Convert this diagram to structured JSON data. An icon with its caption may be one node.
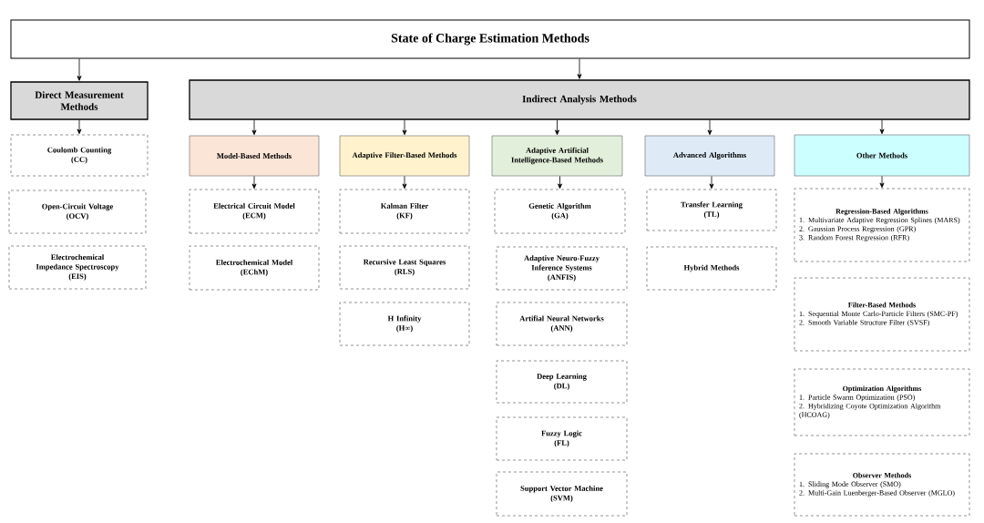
{
  "diagram": {
    "nodes": [
      {
        "text": [
          "State of Charge Estimation Methods"
        ]
      },
      {
        "text": [
          "Direct Measurement Methods"
        ]
      },
      {
        "text": [
          "Indirect Analysis Methods"
        ]
      },
      {
        "text": [
          "Coulomb Counting",
          "(CC)"
        ]
      },
      {
        "text": [
          "Open-Circuit Voltage",
          "(OCV)"
        ]
      },
      {
        "text": [
          "Electrochemical Impedance Spectroscopy",
          "(EIS)"
        ]
      },
      {
        "text": [
          "Model-Based Methods"
        ]
      },
      {
        "text": [
          "Adaptive Filter-Based Methods"
        ]
      },
      {
        "text": [
          "Adaptive Artificial Intelligence-Based Methods"
        ]
      },
      {
        "text": [
          "Advanced Algorithms"
        ]
      },
      {
        "text": [
          "Other Methods"
        ]
      },
      {
        "text": [
          "Electrical Circuit Model",
          "(ECM)"
        ]
      },
      {
        "text": [
          "Electrochemical Model",
          "(EChM)"
        ]
      },
      {
        "text": [
          "Kalman Filter",
          "(KF)"
        ]
      },
      {
        "text": [
          "Recursive Least Squares",
          "(RLS)"
        ]
      },
      {
        "text": [
          "H Infinity",
          "(H∞)"
        ]
      },
      {
        "text": [
          "Genetic Algorithm",
          "(GA)"
        ]
      },
      {
        "text": [
          "Adaptive Neuro-Fuzzy Inference Systems",
          "(ANFIS)"
        ]
      },
      {
        "text": [
          "Artifial Neural Networks",
          "(ANN)"
        ]
      },
      {
        "text": [
          "Deep Learning",
          "(DL)"
        ]
      },
      {
        "text": [
          "Fuzzy Logic",
          "(FL)"
        ]
      },
      {
        "text": [
          "Support Vector Machine",
          "(SVM)"
        ]
      },
      {
        "text": [
          "Transfer Learning",
          "(TL)"
        ]
      },
      {
        "text": [
          "Hybrid Methods"
        ]
      },
      {
        "text": [
          "Regression-Based Algorithms",
          "1. Multivariate Adaptive Regression Splines (MARS)",
          "2. Gaussian Process Regression (GPR)",
          "3. Random Forest Regression (RFR)"
        ]
      },
      {
        "text": [
          "Filter-Based Methods",
          "1. Sequential Monte Carlo-Particle Filters (SMC-PF)",
          "2. Smooth Variable Structure Filter (SVSF)"
        ]
      },
      {
        "text": [
          "Optimization Algorithms",
          "1. Particle Swarm Optimization (PSO)",
          "2. Hybridizing Coyote Optimization Algorithm (HCOAG)"
        ]
      },
      {
        "text": [
          "Observer Methods",
          "1. Sliding Mode Observer (SMO)",
          "2. Multi-Gain Luenberger-Based Observer (MGLO)"
        ]
      }
    ],
    "edges": [
      {
        "from": 0,
        "to": 1,
        "arrow": "to"
      },
      {
        "from": 0,
        "to": 2,
        "arrow": "to"
      },
      {
        "from": 1,
        "to": 3,
        "arrow": "to"
      },
      {
        "from": 2,
        "to": 6,
        "arrow": "to"
      },
      {
        "from": 2,
        "to": 7,
        "arrow": "to"
      },
      {
        "from": 2,
        "to": 8,
        "arrow": "to"
      },
      {
        "from": 2,
        "to": 9,
        "arrow": "to"
      },
      {
        "from": 2,
        "to": 10,
        "arrow": "to"
      },
      {
        "from": 6,
        "to": 11,
        "arrow": "to"
      },
      {
        "from": 7,
        "to": 13,
        "arrow": "to"
      },
      {
        "from": 8,
        "to": 16,
        "arrow": "to"
      },
      {
        "from": 9,
        "to": 22,
        "arrow": "to"
      },
      {
        "from": 10,
        "to": 24,
        "arrow": "to"
      }
    ]
  }
}
